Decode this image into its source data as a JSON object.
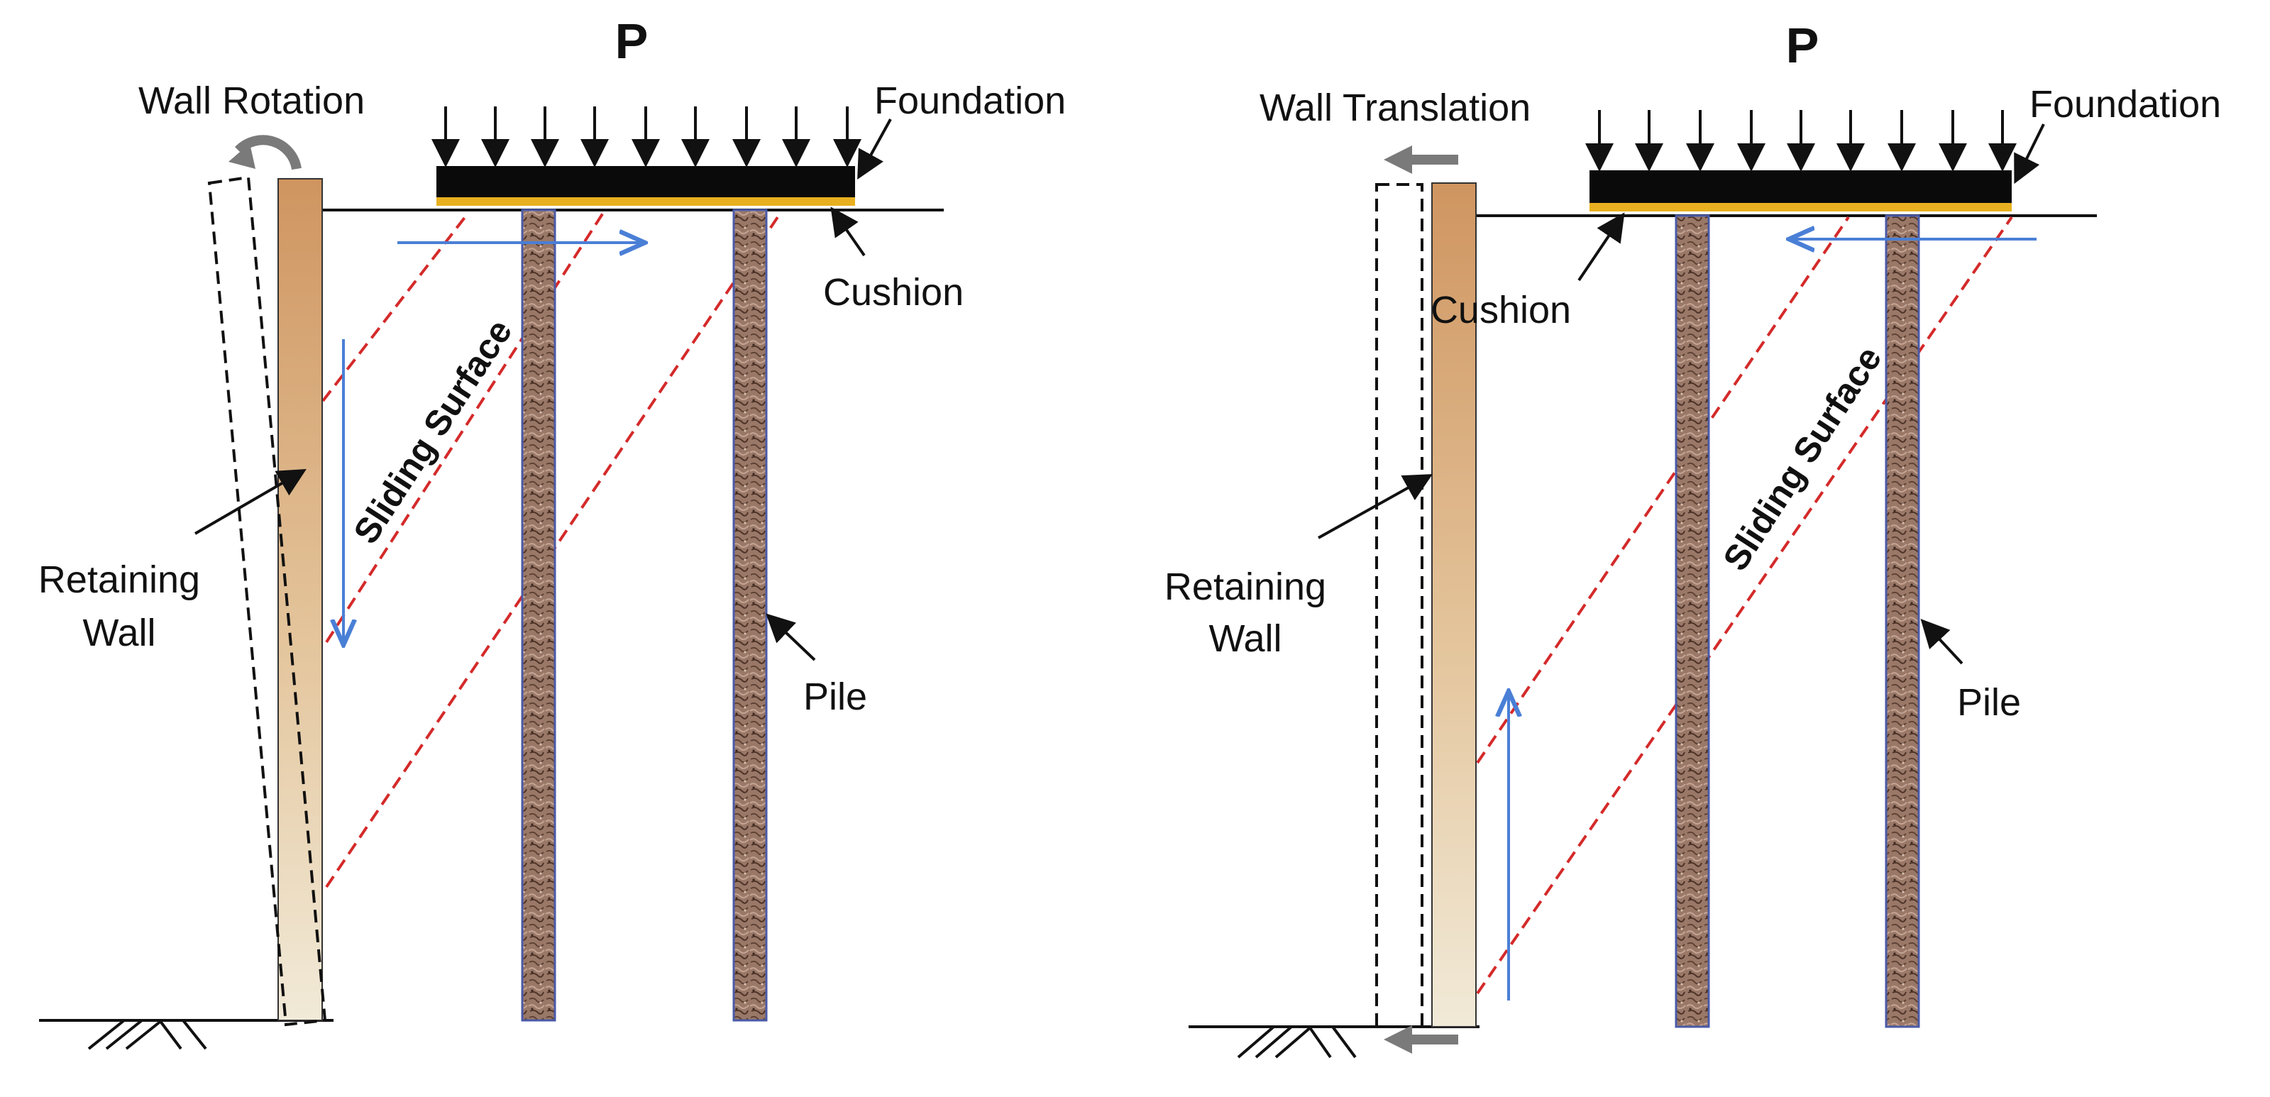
{
  "left_panel": {
    "load_label": "P",
    "wall_motion_label": "Wall Rotation",
    "foundation_label": "Foundation",
    "cushion_label": "Cushion",
    "sliding_surface_label": "Sliding Surface",
    "retaining_wall_label_line1": "Retaining",
    "retaining_wall_label_line2": "Wall",
    "pile_label": "Pile"
  },
  "right_panel": {
    "load_label": "P",
    "wall_motion_label": "Wall Translation",
    "foundation_label": "Foundation",
    "cushion_label": "Cushion",
    "sliding_surface_label": "Sliding Surface",
    "retaining_wall_label_line1": "Retaining",
    "retaining_wall_label_line2": "Wall",
    "pile_label": "Pile"
  },
  "colors": {
    "foundation": "#0a0a0a",
    "cushion": "#e8b020",
    "wall_top": "#cf9560",
    "wall_bottom": "#f1ead8",
    "pile": "#8a6a58",
    "pile_outline": "#4a5aa8",
    "sliding_line": "#d42a2a",
    "soil_arrow": "#4a7fd6",
    "motion_arrow": "#7a7a7a"
  }
}
